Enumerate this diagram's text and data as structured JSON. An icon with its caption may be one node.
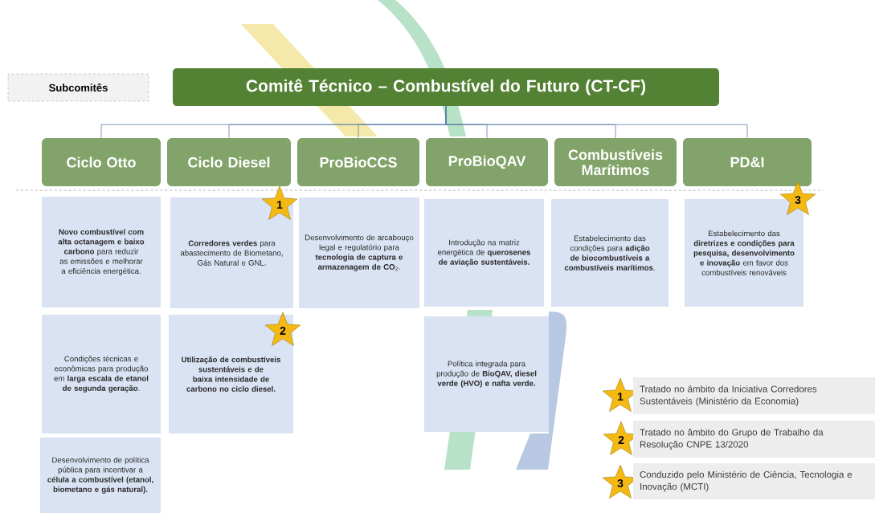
{
  "diagram": {
    "nodes": [
      {
        "text": [
          "Subcomitês"
        ]
      },
      {
        "text": [
          "Comitê Técnico – Combustível do Futuro (CT-CF)"
        ]
      },
      {
        "text": [
          "Ciclo Otto"
        ]
      },
      {
        "text": [
          "Ciclo Diesel"
        ]
      },
      {
        "text": [
          "ProBioCCS"
        ]
      },
      {
        "text": [
          "ProBioQAV"
        ]
      },
      {
        "text": [
          "Combustíveis Marítimos"
        ]
      },
      {
        "text": [
          "PD&I"
        ]
      },
      {
        "text": [
          "**Novo combustível com alta octanagem e baixo carbono** para reduzir as emissões e melhorar a eficiência energética."
        ]
      },
      {
        "text": [
          "**Corredores verdes** para abastecimento de Biometano, Gás Natural e GNL."
        ]
      },
      {
        "text": [
          "Desenvolvimento de arcabouço legal e regulatório para **tecnologia de captura e armazenagem de CO**$_{2}$."
        ]
      },
      {
        "text": [
          "Introdução na matriz energética de **querosenes de aviação sustentáveis.**"
        ]
      },
      {
        "text": [
          "Estabelecimento das condições para **adição de biocombustíveis a combustíveis marítimos**."
        ]
      },
      {
        "text": [
          "Estabelecimento das **diretrizes e condições para pesquisa, desenvolvimento e inovação** em favor dos combustíveis renováveis"
        ]
      },
      {
        "text": [
          "Condições técnicas e econômicas para produção em **larga escala de etanol de segunda geração**."
        ]
      },
      {
        "text": [
          "Utilização de combustíveis sustentáveis e de baixa intensidade de carbono no ciclo diesel."
        ]
      },
      {
        "text": [
          "Política integrada para produção de **BioQAV, diesel verde (HVO) e nafta verde.**"
        ]
      },
      {
        "text": [
          "Desenvolvimento de política pública para incentivar a **célula a combustível (etanol, biometano e gás natural).**"
        ]
      },
      {
        "text": [
          "1"
        ]
      },
      {
        "text": [
          "2"
        ]
      },
      {
        "text": [
          "3"
        ]
      },
      {
        "text": [
          "1"
        ]
      },
      {
        "text": [
          "Tratado no âmbito da Iniciativa Corredores Sustentáveis (Ministério da Economia)"
        ]
      },
      {
        "text": [
          "2"
        ]
      },
      {
        "text": [
          "Tratado no âmbito do Grupo de Trabalho da Resolução CNPE 13/2020"
        ]
      },
      {
        "text": [
          "3"
        ]
      },
      {
        "text": [
          "Conduzido pelo Ministério de Ciência, Tecnologia e Inovação (MCTI)"
        ]
      }
    ],
    "edges": [
      {
        "from": 1,
        "to": 2,
        "arrow": "none"
      },
      {
        "from": 1,
        "to": 3,
        "arrow": "none"
      },
      {
        "from": 1,
        "to": 4,
        "arrow": "none"
      },
      {
        "from": 1,
        "to": 5,
        "arrow": "none"
      },
      {
        "from": 1,
        "to": 6,
        "arrow": "none"
      },
      {
        "from": 1,
        "to": 7,
        "arrow": "none"
      }
    ]
  }
}
